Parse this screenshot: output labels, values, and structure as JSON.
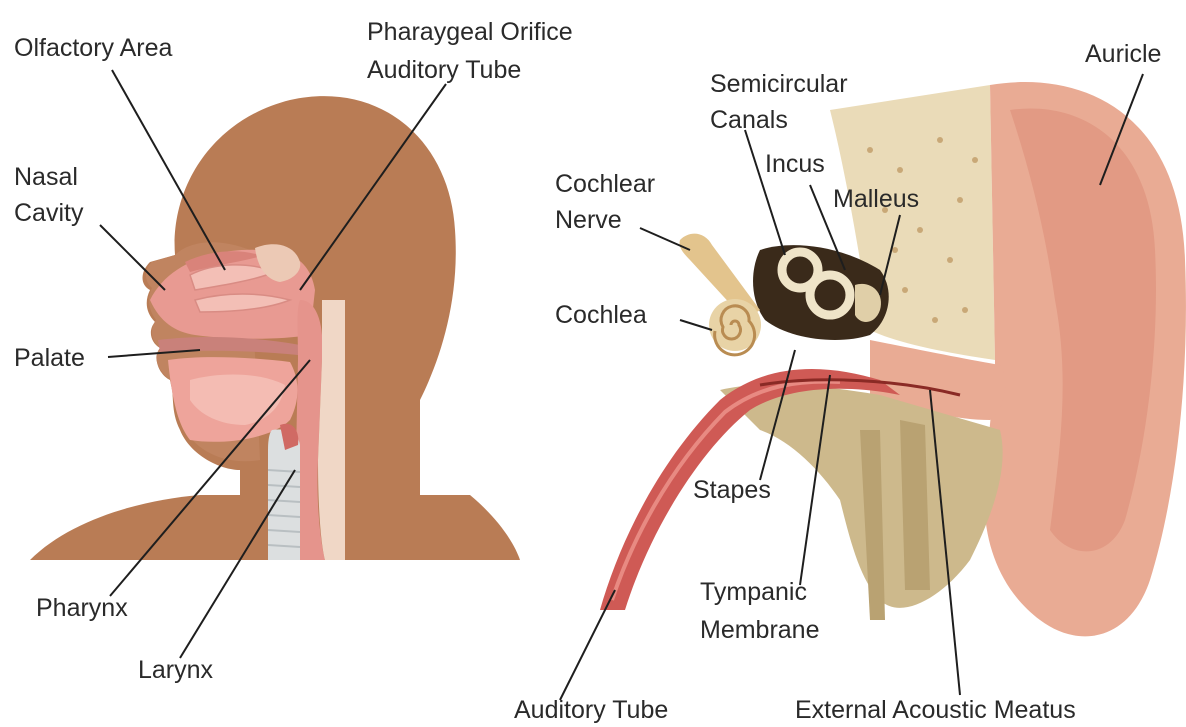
{
  "labels": {
    "olfactory_area": "Olfactory Area",
    "pharyngeal_orifice_1": "Pharaygeal Orifice",
    "pharyngeal_orifice_2": "Auditory Tube",
    "nasal_cavity_1": "Nasal",
    "nasal_cavity_2": "Cavity",
    "palate": "Palate",
    "pharynx": "Pharynx",
    "larynx": "Larynx",
    "semicircular_1": "Semicircular",
    "semicircular_2": "Canals",
    "incus": "Incus",
    "malleus": "Malleus",
    "auricle": "Auricle",
    "cochlear_nerve_1": "Cochlear",
    "cochlear_nerve_2": "Nerve",
    "cochlea": "Cochlea",
    "stapes": "Stapes",
    "tympanic_1": "Tympanic",
    "tympanic_2": "Membrane",
    "auditory_tube": "Auditory Tube",
    "external_meatus": "External Acoustic Meatus"
  },
  "colors": {
    "skin": "#b97c55",
    "skin_light": "#c89068",
    "tissue_pink": "#e89a92",
    "mucosa": "#f0b0a6",
    "tube_red": "#cf5a55",
    "bone": "#eadbb8",
    "ear_skin": "#e9ab94",
    "leader": "#1e1e1e"
  }
}
